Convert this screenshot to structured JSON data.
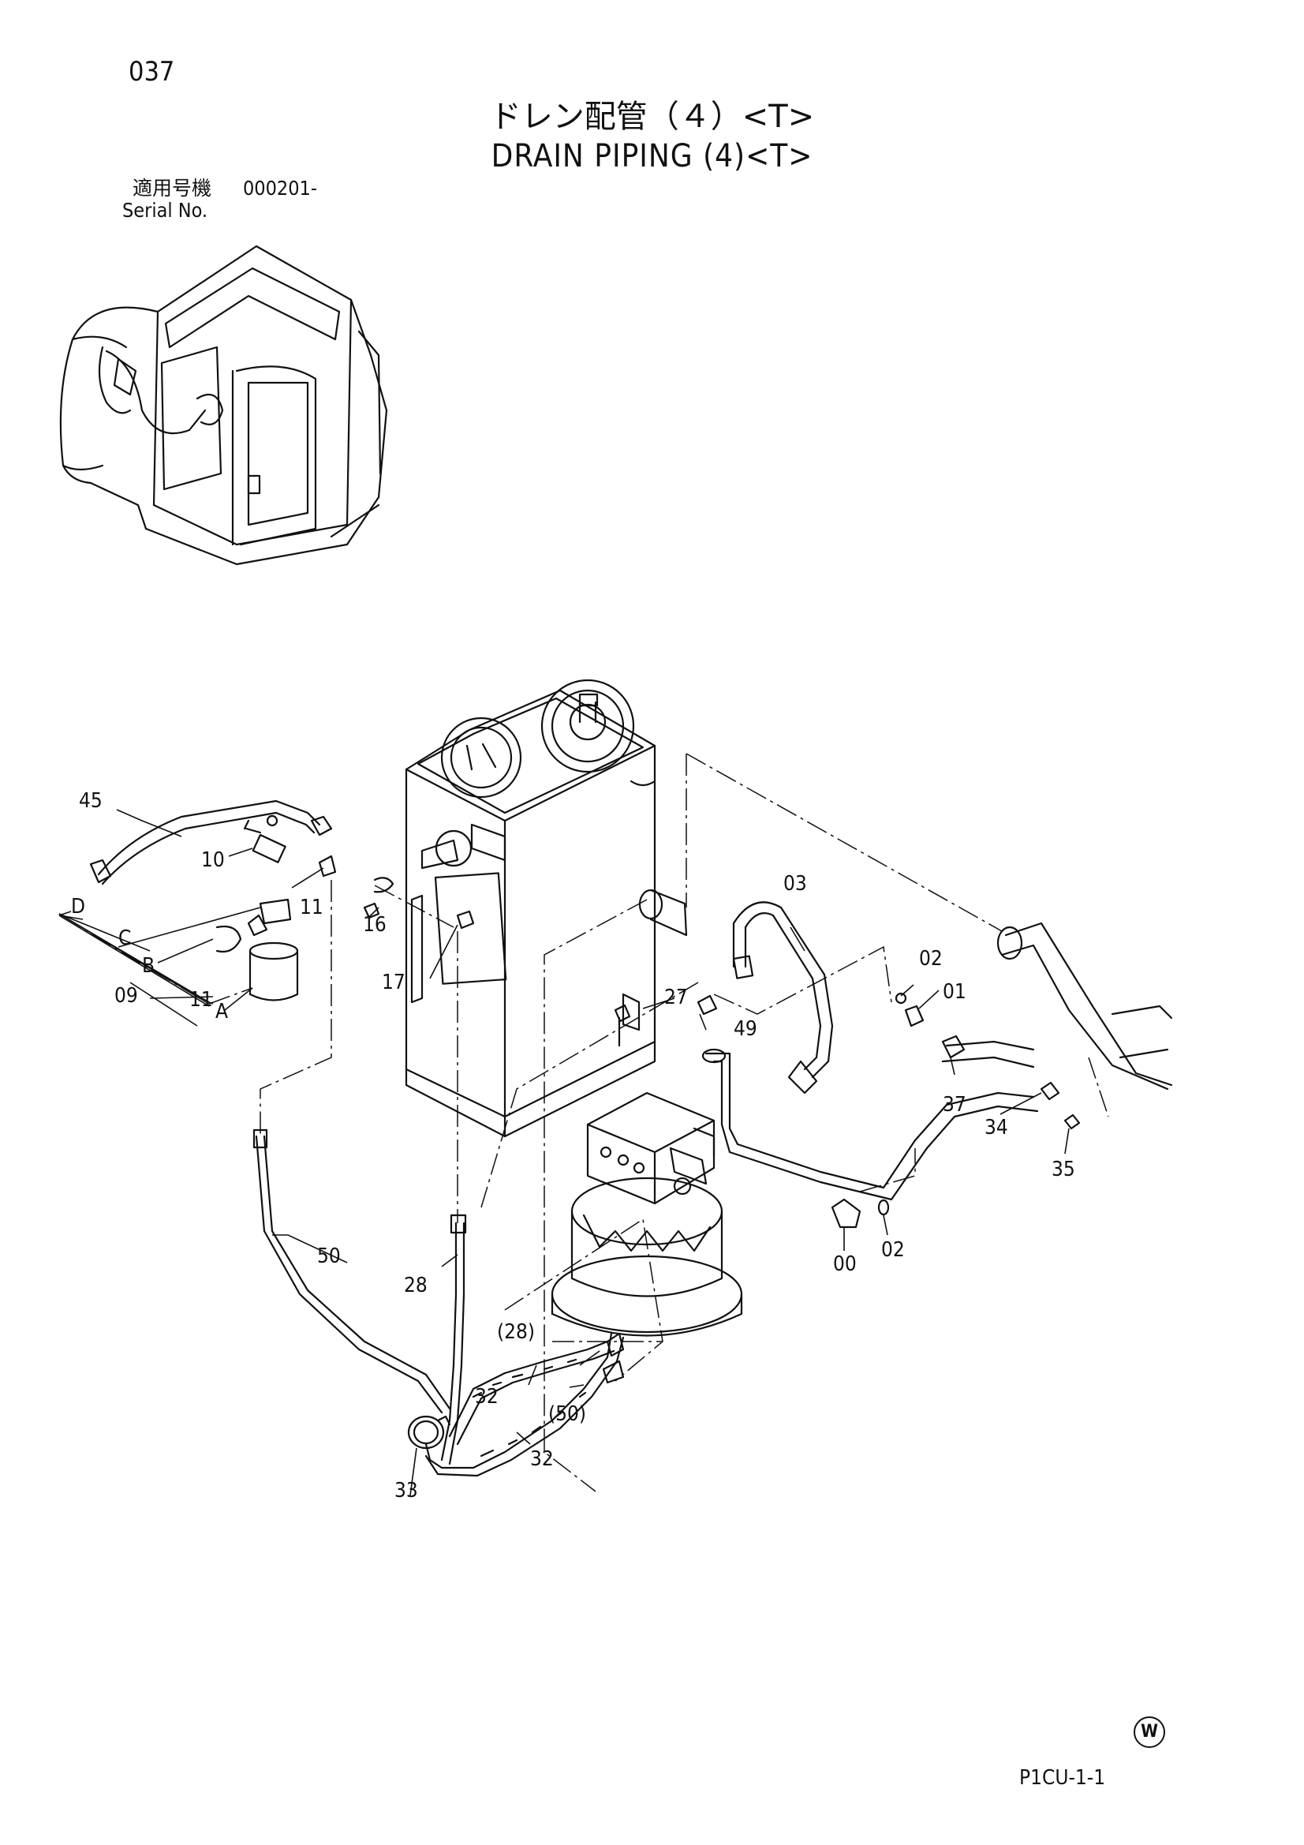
{
  "header": {
    "page_number": "037",
    "title_jp": "ドレン配管（４）<T>",
    "title_en": "DRAIN PIPING (4)<T>",
    "serial_label_jp": "適用号機",
    "serial_number": "000201-",
    "serial_label_en": "Serial No."
  },
  "callouts": [
    {
      "id": "45",
      "text": "45"
    },
    {
      "id": "10",
      "text": "10"
    },
    {
      "id": "11a",
      "text": "11"
    },
    {
      "id": "11b",
      "text": "11"
    },
    {
      "id": "D",
      "text": "D"
    },
    {
      "id": "C",
      "text": "C"
    },
    {
      "id": "B",
      "text": "B"
    },
    {
      "id": "A",
      "text": "A"
    },
    {
      "id": "09",
      "text": "09"
    },
    {
      "id": "16",
      "text": "16"
    },
    {
      "id": "17",
      "text": "17"
    },
    {
      "id": "27",
      "text": "27"
    },
    {
      "id": "49",
      "text": "49"
    },
    {
      "id": "03",
      "text": "03"
    },
    {
      "id": "02a",
      "text": "02"
    },
    {
      "id": "01",
      "text": "01"
    },
    {
      "id": "37",
      "text": "37"
    },
    {
      "id": "34",
      "text": "34"
    },
    {
      "id": "35",
      "text": "35"
    },
    {
      "id": "00",
      "text": "00"
    },
    {
      "id": "02b",
      "text": "02"
    },
    {
      "id": "50",
      "text": "50"
    },
    {
      "id": "28",
      "text": "28"
    },
    {
      "id": "28p",
      "text": "(28)"
    },
    {
      "id": "32a",
      "text": "32"
    },
    {
      "id": "50p",
      "text": "(50)"
    },
    {
      "id": "32b",
      "text": "32"
    },
    {
      "id": "33",
      "text": "33"
    }
  ],
  "footer": {
    "mark": "W",
    "drawing_code": "P1CU-1-1"
  }
}
